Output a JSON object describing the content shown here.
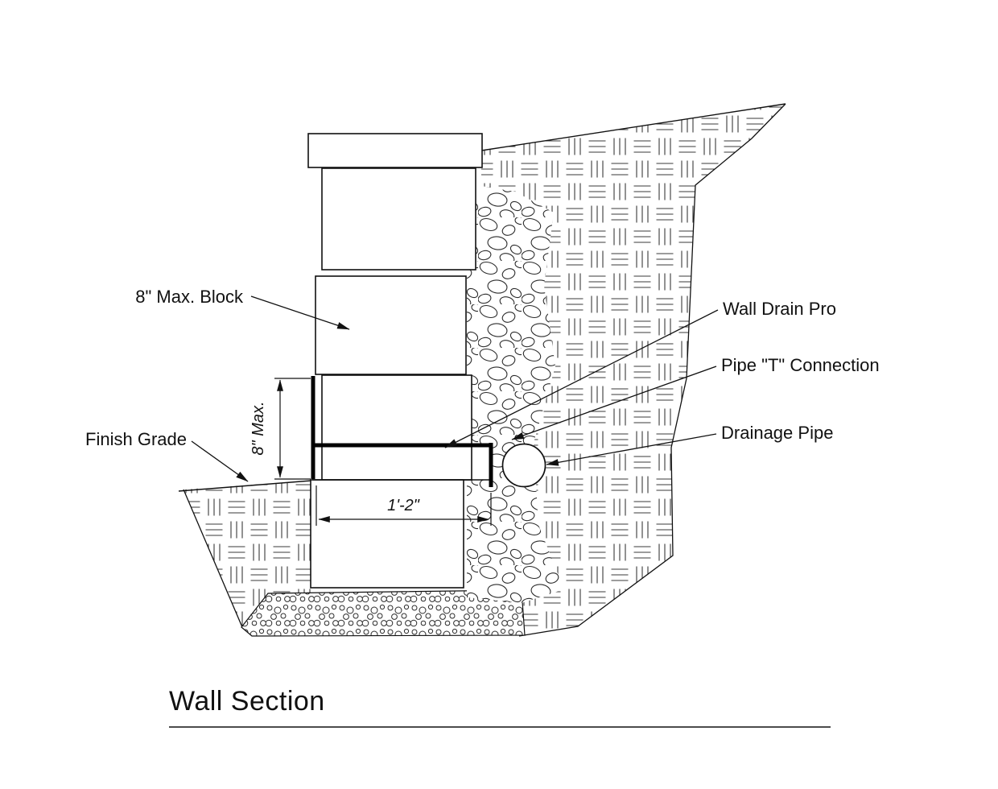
{
  "drawing_title": "Wall Section",
  "callouts": {
    "max_block": "8\" Max. Block",
    "finish_grade": "Finish Grade",
    "wall_drain_pro": "Wall Drain Pro",
    "pipe_t_connection": "Pipe \"T\" Connection",
    "drainage_pipe": "Drainage Pipe"
  },
  "dimensions": {
    "block_height": "8\" Max.",
    "base_width": "1'-2\""
  },
  "colors": {
    "ink": "#111111",
    "paper": "#ffffff"
  }
}
